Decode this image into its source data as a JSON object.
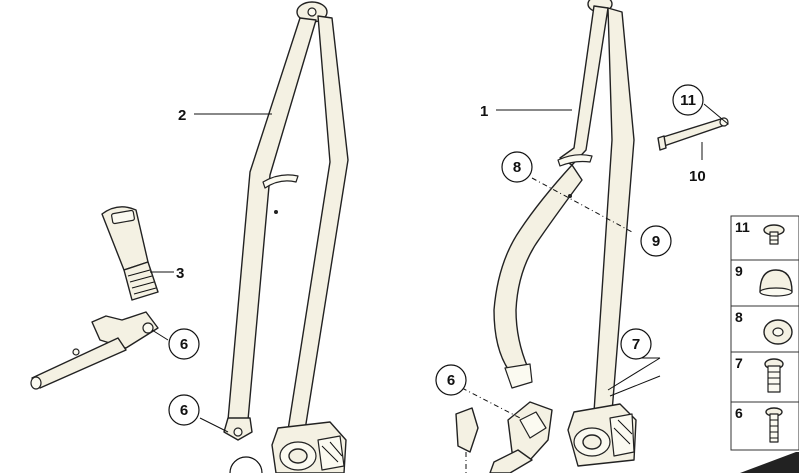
{
  "callouts": {
    "c2": "2",
    "c3": "3",
    "c6_left": "6",
    "c6_bottom_left": "6",
    "c1": "1",
    "c8": "8",
    "c9": "9",
    "c11": "11",
    "c10": "10",
    "c7": "7",
    "c6_right": "6"
  },
  "legend": [
    {
      "label": "11",
      "icon": "trim-clip-icon"
    },
    {
      "label": "9",
      "icon": "cap-icon"
    },
    {
      "label": "8",
      "icon": "washer-icon"
    },
    {
      "label": "7",
      "icon": "bolt-icon"
    },
    {
      "label": "6",
      "icon": "screw-icon"
    }
  ]
}
